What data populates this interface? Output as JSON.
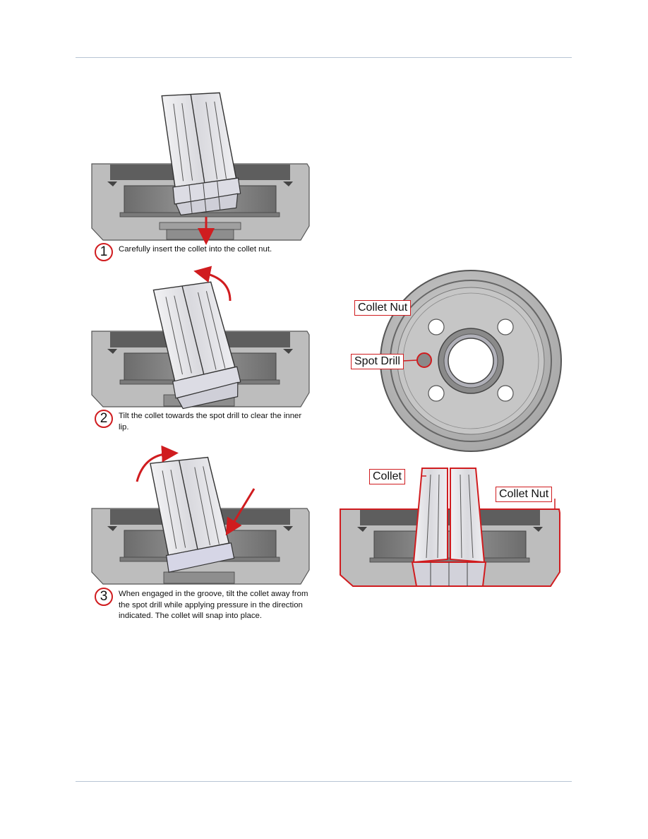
{
  "steps": [
    {
      "number": "1",
      "text": "Carefully insert the collet into the collet nut."
    },
    {
      "number": "2",
      "text": "Tilt the collet towards the spot drill to clear the inner lip."
    },
    {
      "number": "3",
      "text": "When engaged in the groove, tilt the collet away from the spot drill while applying pressure in the direction indicated. The collet will snap into place."
    }
  ],
  "callouts": {
    "top_collet_nut": "Collet Nut",
    "spot_drill": "Spot Drill",
    "collet": "Collet",
    "bottom_collet_nut": "Collet Nut"
  },
  "colors": {
    "accent": "#d01c1f",
    "rule": "#b7c4d4"
  }
}
